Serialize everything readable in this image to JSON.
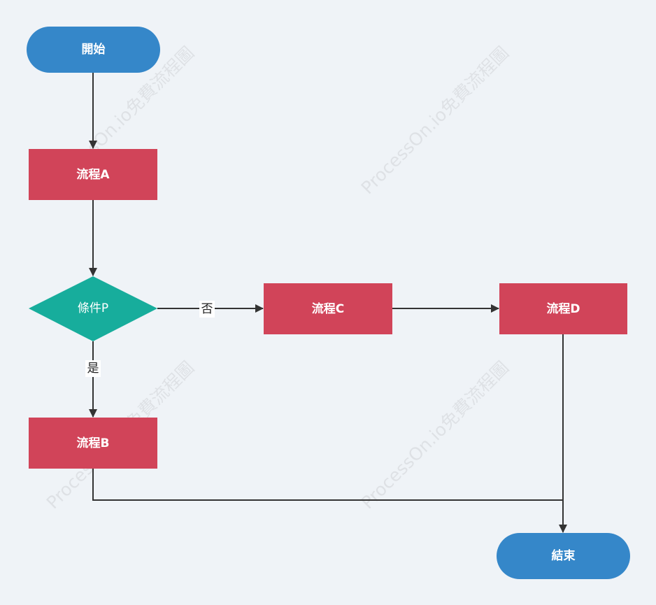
{
  "colors": {
    "background": "#eff3f7",
    "terminal": "#3587c9",
    "process": "#d14459",
    "decision": "#17ad9c",
    "edge": "#333333"
  },
  "watermark": {
    "text": "ProcessOn.io免費流程圖"
  },
  "nodes": {
    "start": {
      "label": "開始",
      "shape": "terminal"
    },
    "process_a": {
      "label": "流程A",
      "shape": "process"
    },
    "decision_p": {
      "label": "條件P",
      "shape": "decision"
    },
    "process_b": {
      "label": "流程B",
      "shape": "process"
    },
    "process_c": {
      "label": "流程C",
      "shape": "process"
    },
    "process_d": {
      "label": "流程D",
      "shape": "process"
    },
    "end": {
      "label": "結束",
      "shape": "terminal"
    }
  },
  "edges": {
    "start_to_a": {
      "from": "start",
      "to": "process_a",
      "label": ""
    },
    "a_to_p": {
      "from": "process_a",
      "to": "decision_p",
      "label": ""
    },
    "p_to_c": {
      "from": "decision_p",
      "to": "process_c",
      "label": "否"
    },
    "c_to_d": {
      "from": "process_c",
      "to": "process_d",
      "label": ""
    },
    "p_to_b": {
      "from": "decision_p",
      "to": "process_b",
      "label": "是"
    },
    "b_to_end": {
      "from": "process_b",
      "to": "end",
      "label": ""
    },
    "d_to_end": {
      "from": "process_d",
      "to": "end",
      "label": ""
    }
  }
}
